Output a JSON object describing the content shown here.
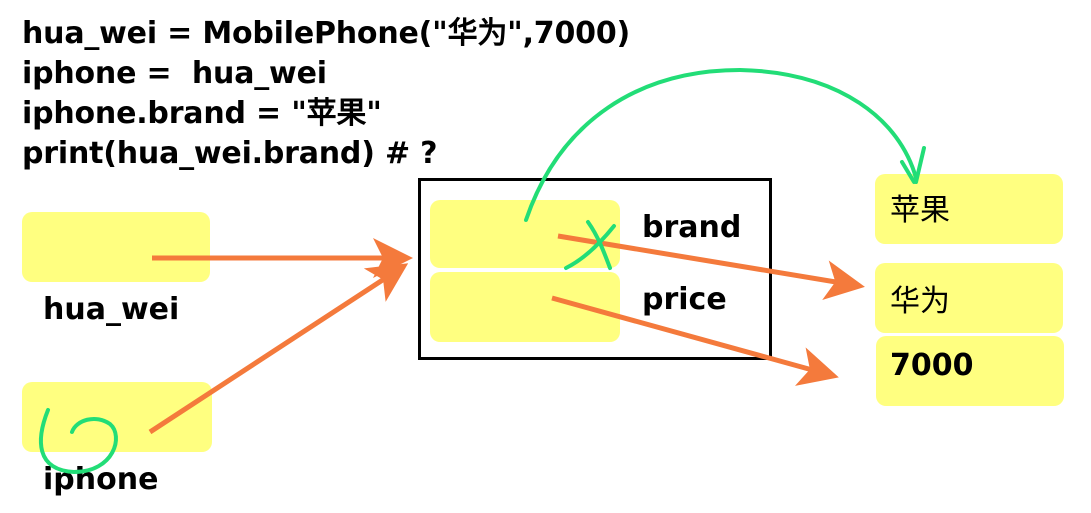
{
  "code_lines": [
    "hua_wei = MobilePhone(\"华为\",7000)",
    "iphone =  hua_wei",
    "iphone.brand = \"苹果\"",
    "print(hua_wei.brand) # ?"
  ],
  "variables": {
    "hua_wei": "hua_wei",
    "iphone": "iphone"
  },
  "object": {
    "attr_brand": "brand",
    "attr_price": "price"
  },
  "values": {
    "apple": "苹果",
    "huawei": "华为",
    "price": "7000"
  },
  "colors": {
    "box_fill": "#ffff80",
    "arrow_orange": "#f47a3c",
    "annotation_green": "#22dd77",
    "frame": "#000000"
  }
}
